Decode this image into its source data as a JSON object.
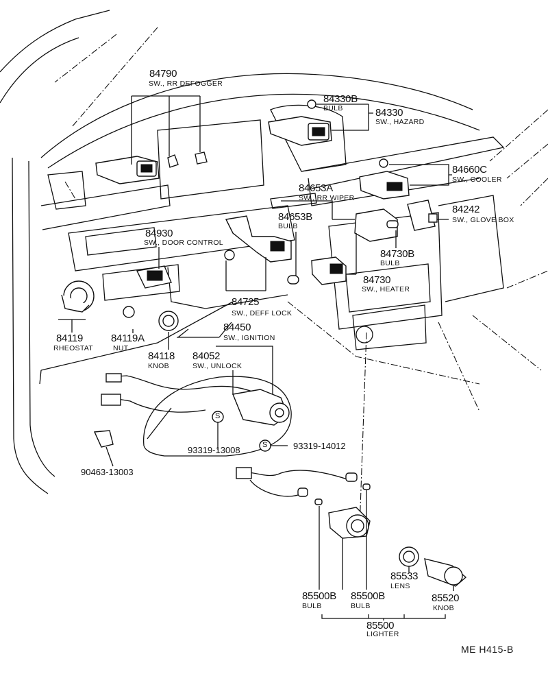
{
  "diagram_code": "ME  H415-B",
  "callouts": [
    {
      "id": "84790",
      "name": "SW., RR DEFOGGER"
    },
    {
      "id": "84330B",
      "name": "BULB"
    },
    {
      "id": "84330",
      "name": "SW., HAZARD"
    },
    {
      "id": "84660C",
      "name": "SW., COOLER"
    },
    {
      "id": "84653A",
      "name": "SW., RR WIPER"
    },
    {
      "id": "84653B",
      "name": "BULB"
    },
    {
      "id": "84242",
      "name": "SW., GLOVE BOX"
    },
    {
      "id": "84930",
      "name": "SW., DOOR CONTROL"
    },
    {
      "id": "84730B",
      "name": "BULB"
    },
    {
      "id": "84730",
      "name": "SW., HEATER"
    },
    {
      "id": "84725",
      "name": "SW., DEFF LOCK"
    },
    {
      "id": "84450",
      "name": "SW., IGNITION"
    },
    {
      "id": "84119",
      "name": "RHEOSTAT"
    },
    {
      "id": "84119A",
      "name": "NUT"
    },
    {
      "id": "84118",
      "name": "KNOB"
    },
    {
      "id": "84052",
      "name": "SW., UNLOCK"
    },
    {
      "id": "85533",
      "name": "LENS"
    },
    {
      "id": "85520",
      "name": "KNOB"
    },
    {
      "id": "85500B_left",
      "part": "85500B",
      "name": "BULB"
    },
    {
      "id": "85500B_right",
      "part": "85500B",
      "name": "BULB"
    },
    {
      "id": "85500",
      "name": "LIGHTER"
    }
  ],
  "refs": {
    "screw_1": "93319-13008",
    "screw_2": "93319-14012",
    "clip": "90463-13003",
    "screw_symbol": "S"
  }
}
